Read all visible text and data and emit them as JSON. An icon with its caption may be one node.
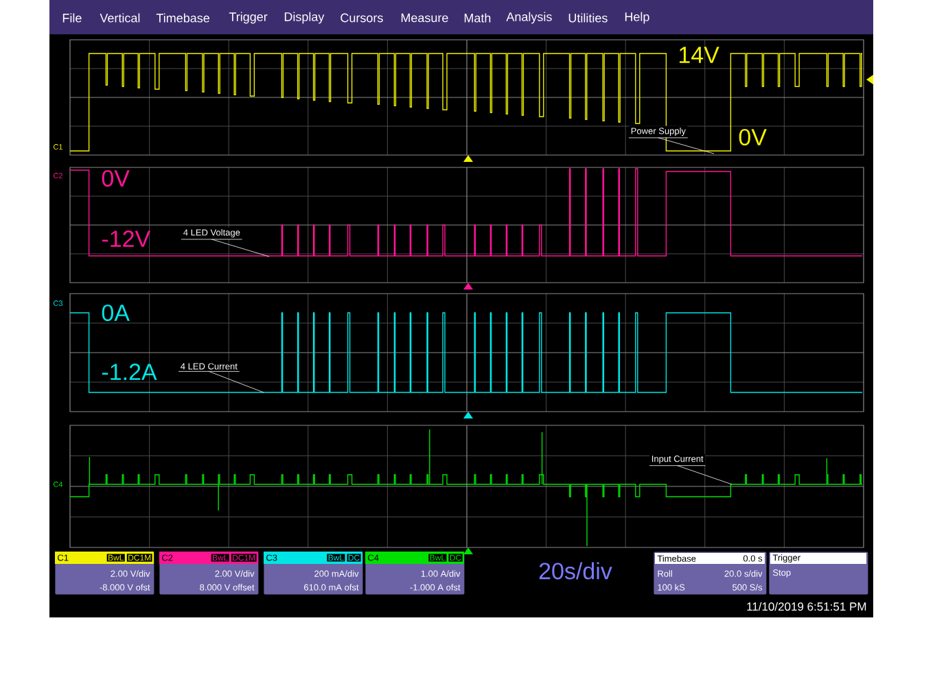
{
  "diagram": {
    "nodes": [
      {
        "text": [
          "Power Supply"
        ]
      },
      {
        "text": [
          "4 LED Voltage"
        ]
      },
      {
        "text": [
          "4 LED Current"
        ]
      },
      {
        "text": [
          "Input Current"
        ]
      },
      {
        "text": [
          "C1",
          "BwL",
          "DC1M",
          "2.00 V/div",
          "-8.000 V ofst"
        ]
      },
      {
        "text": [
          "C2",
          "BwL",
          "DC1M",
          "2.00 V/div",
          "8.000 V offset"
        ]
      },
      {
        "text": [
          "C3",
          "BwL",
          "DC",
          "200 mA/div",
          "610.0 mA ofst"
        ]
      },
      {
        "text": [
          "C4",
          "BwL",
          "DC",
          "1.00 A/div",
          "-1.000 A ofst"
        ]
      },
      {
        "text": [
          "Timebase",
          "0.0 s",
          "Roll",
          "20.0 s/div",
          "100 kS",
          "500 S/s"
        ]
      },
      {
        "text": [
          "Trigger",
          "Stop"
        ]
      }
    ],
    "edges": [
      {
        "from": 0,
        "to": null,
        "arrow": "none"
      },
      {
        "from": 1,
        "to": null,
        "arrow": "none"
      },
      {
        "from": 2,
        "to": null,
        "arrow": "none"
      },
      {
        "from": 3,
        "to": null,
        "arrow": "none"
      }
    ],
    "labels": [
      "File",
      "Vertical",
      "Timebase",
      "Trigger",
      "Display",
      "Cursors",
      "Measure",
      "Math",
      "Analysis",
      "Utilities",
      "Help",
      "C1",
      "14V",
      "0V",
      "C2",
      "0V",
      "-12V",
      "C3",
      "0A",
      "-1.2A",
      "C4",
      "20s/div",
      "11/10/2019 6:51:51 PM"
    ]
  }
}
